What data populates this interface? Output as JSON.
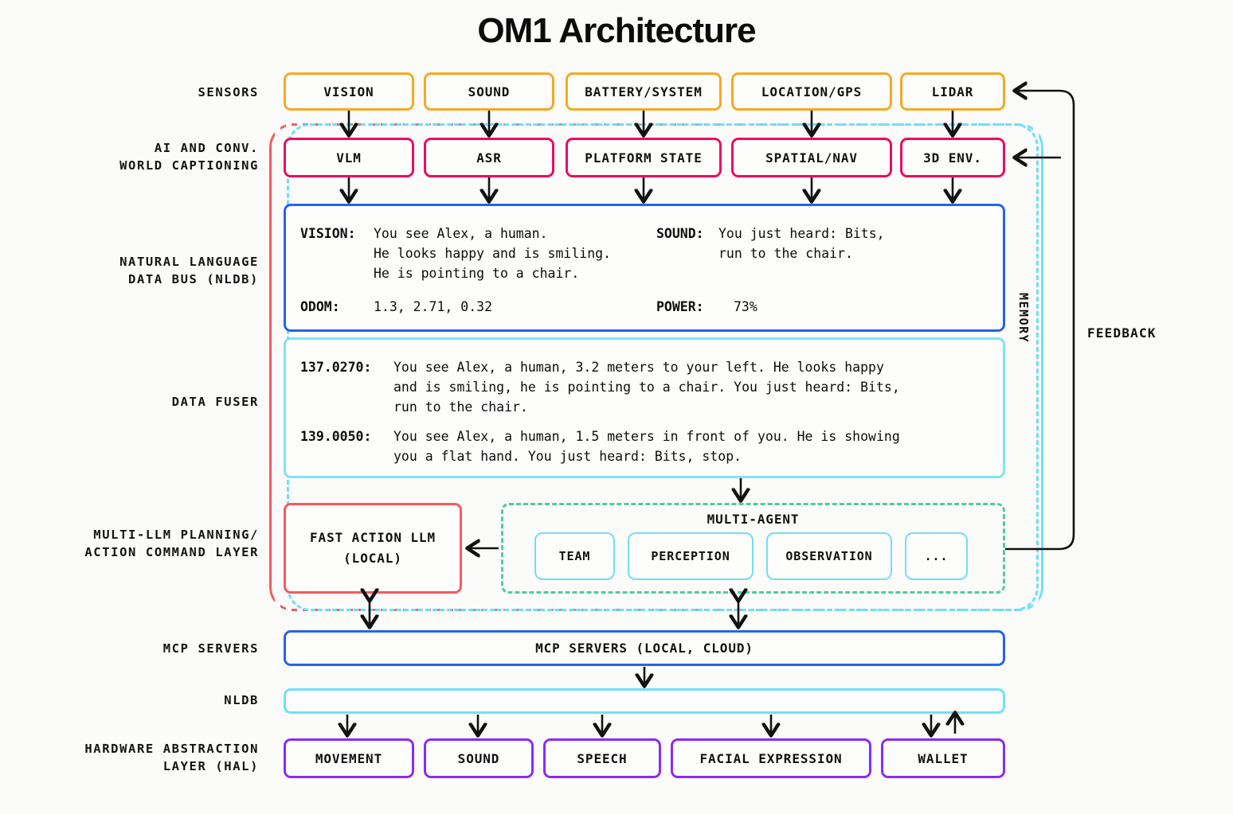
{
  "title": "OM1 Architecture",
  "row_labels": {
    "sensors": "SENSORS",
    "ai_conv": "AI AND CONV.\nWORLD CAPTIONING",
    "nldb": "NATURAL LANGUAGE\nDATA BUS (NLDB)",
    "data_fuser": "DATA FUSER",
    "planning": "MULTI-LLM PLANNING/\nACTION COMMAND LAYER",
    "mcp": "MCP SERVERS",
    "nldb_bar": "NLDB",
    "hal": "HARDWARE ABSTRACTION\nLAYER (HAL)"
  },
  "sensors": [
    {
      "label": "VISION"
    },
    {
      "label": "SOUND"
    },
    {
      "label": "BATTERY/SYSTEM"
    },
    {
      "label": "LOCATION/GPS"
    },
    {
      "label": "LIDAR"
    }
  ],
  "ai_modules": [
    {
      "label": "VLM"
    },
    {
      "label": "ASR"
    },
    {
      "label": "PLATFORM STATE"
    },
    {
      "label": "SPATIAL/NAV"
    },
    {
      "label": "3D ENV."
    }
  ],
  "nldb_panel": {
    "left": [
      {
        "key": "VISION:",
        "lines": [
          "You see Alex, a human.",
          "He looks happy and is smiling.",
          "He is pointing to a chair."
        ]
      },
      {
        "key": "ODOM:",
        "lines": [
          "1.3, 2.71, 0.32"
        ]
      }
    ],
    "right": [
      {
        "key": "SOUND:",
        "lines": [
          "You just heard: Bits,",
          "run to the chair."
        ]
      },
      {
        "key": "POWER:",
        "lines": [
          "73%"
        ]
      }
    ]
  },
  "data_fuser_panel": {
    "entries": [
      {
        "timestamp": "137.0270:",
        "lines": [
          "You see Alex, a human, 3.2 meters to your left. He looks happy",
          "and is smiling, he is pointing to a chair. You just heard: Bits,",
          "run to the chair."
        ]
      },
      {
        "timestamp": "139.0050:",
        "lines": [
          "You see Alex, a human, 1.5 meters in front of you. He is showing",
          "you a flat hand. You just heard: Bits, stop."
        ]
      }
    ]
  },
  "fast_action_llm": {
    "line1": "FAST ACTION LLM",
    "line2": "(LOCAL)"
  },
  "multi_agent": {
    "title": "MULTI-AGENT",
    "agents": [
      {
        "label": "TEAM"
      },
      {
        "label": "PERCEPTION"
      },
      {
        "label": "OBSERVATION"
      },
      {
        "label": "..."
      }
    ]
  },
  "mcp_servers": {
    "label": "MCP SERVERS (LOCAL, CLOUD)"
  },
  "nldb_bar": {
    "label": ""
  },
  "hal_modules": [
    {
      "label": "MOVEMENT"
    },
    {
      "label": "SOUND"
    },
    {
      "label": "SPEECH"
    },
    {
      "label": "FACIAL EXPRESSION"
    },
    {
      "label": "WALLET"
    }
  ],
  "side_labels": {
    "memory": "MEMORY",
    "feedback": "FEEDBACK"
  },
  "colors": {
    "sensor_border": "#F7A824",
    "ai_border": "#EC0B62",
    "nldb_border": "#2563EB",
    "fuser_border": "#7FE3FB",
    "fast_llm_border": "#F8595B",
    "multi_agent_border": "#4ECE9A",
    "agent_border": "#72DDF7",
    "memory_border": "#72DDF7",
    "mcp_border": "#2563EB",
    "nldb_bar_border": "#6FE0FA",
    "hal_border": "#8B2BF5",
    "wire": "#121212",
    "background": "#FBFBFA"
  }
}
